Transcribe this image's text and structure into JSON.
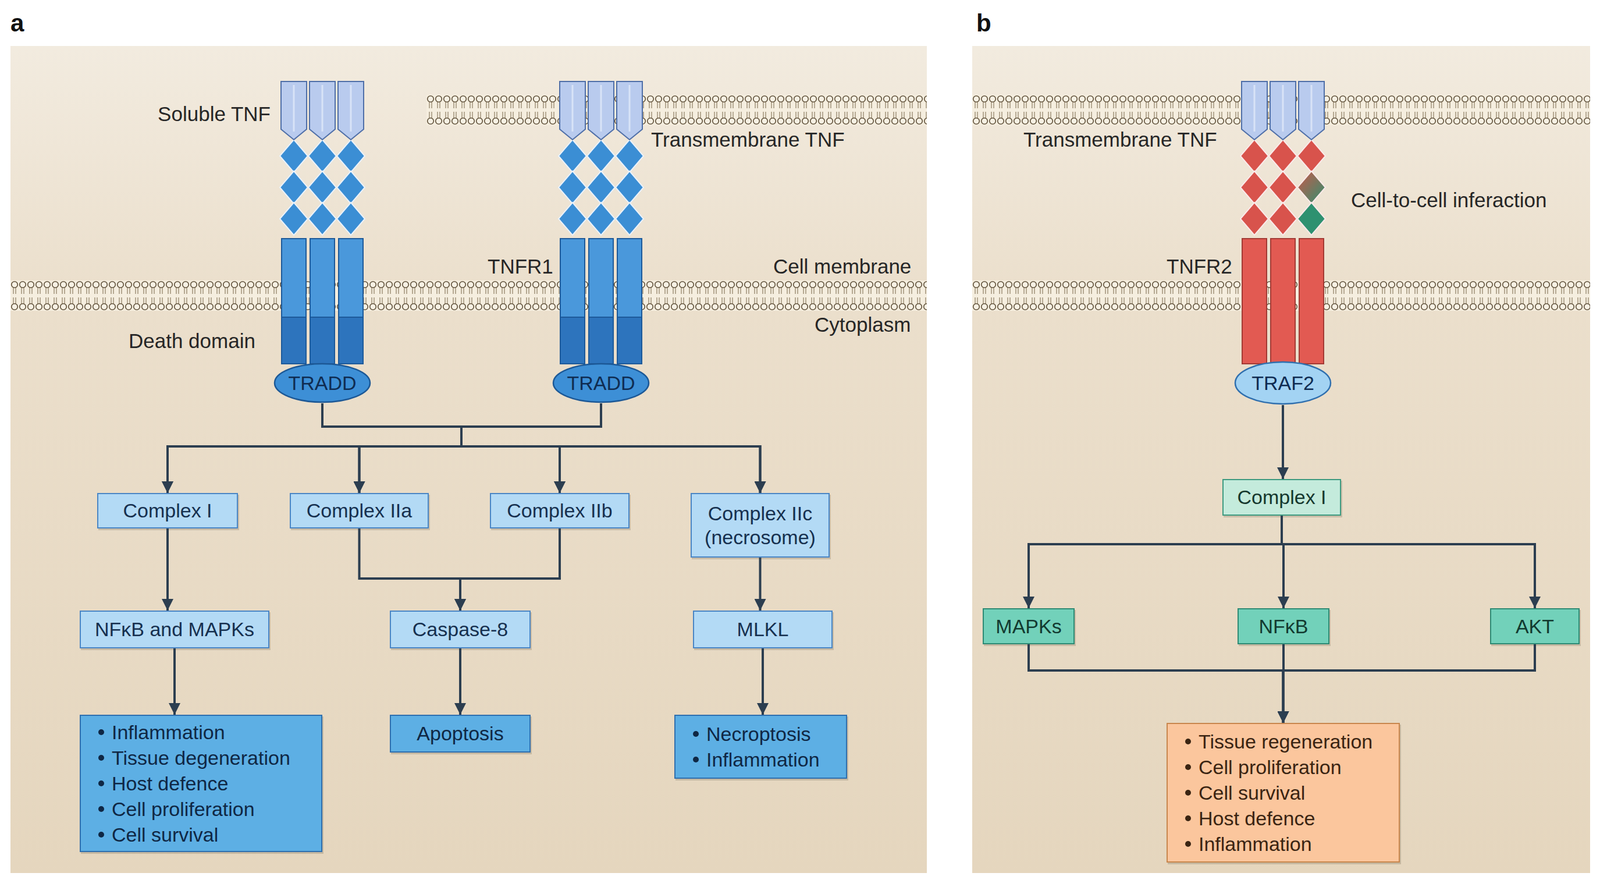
{
  "diagram": {
    "nodes": [
      {
        "text": [
          "TRADD"
        ]
      },
      {
        "text": [
          "TRADD"
        ]
      },
      {
        "text": [
          "Complex I"
        ]
      },
      {
        "text": [
          "Complex IIa"
        ]
      },
      {
        "text": [
          "Complex IIb"
        ]
      },
      {
        "text": [
          "Complex IIc (necrosome)"
        ]
      },
      {
        "text": [
          "NFκB and MAPKs"
        ]
      },
      {
        "text": [
          "Caspase-8"
        ]
      },
      {
        "text": [
          "MLKL"
        ]
      },
      {
        "text": [
          "Inflammation",
          "Tissue degeneration",
          "Host defence",
          "Cell proliferation",
          "Cell survival"
        ]
      },
      {
        "text": [
          "Apoptosis"
        ]
      },
      {
        "text": [
          "Necroptosis",
          "Inflammation"
        ]
      },
      {
        "text": [
          "TRAF2"
        ]
      },
      {
        "text": [
          "Complex I"
        ]
      },
      {
        "text": [
          "MAPKs"
        ]
      },
      {
        "text": [
          "NFκB"
        ]
      },
      {
        "text": [
          "AKT"
        ]
      },
      {
        "text": [
          "Tissue regeneration",
          "Cell proliferation",
          "Cell survival",
          "Host defence",
          "Inflammation"
        ]
      }
    ],
    "edges": [
      {
        "from": 0,
        "to": 2,
        "arrow": "to"
      },
      {
        "from": 0,
        "to": 3,
        "arrow": "to"
      },
      {
        "from": 0,
        "to": 4,
        "arrow": "to"
      },
      {
        "from": 0,
        "to": 5,
        "arrow": "to"
      },
      {
        "from": 1,
        "to": 2,
        "arrow": "to"
      },
      {
        "from": 1,
        "to": 3,
        "arrow": "to"
      },
      {
        "from": 1,
        "to": 4,
        "arrow": "to"
      },
      {
        "from": 1,
        "to": 5,
        "arrow": "to"
      },
      {
        "from": 2,
        "to": 6,
        "arrow": "to"
      },
      {
        "from": 3,
        "to": 7,
        "arrow": "to"
      },
      {
        "from": 4,
        "to": 7,
        "arrow": "to"
      },
      {
        "from": 5,
        "to": 8,
        "arrow": "to"
      },
      {
        "from": 6,
        "to": 9,
        "arrow": "to"
      },
      {
        "from": 7,
        "to": 10,
        "arrow": "to"
      },
      {
        "from": 8,
        "to": 11,
        "arrow": "to"
      },
      {
        "from": 12,
        "to": 13,
        "arrow": "to"
      },
      {
        "from": 13,
        "to": 14,
        "arrow": "to"
      },
      {
        "from": 13,
        "to": 15,
        "arrow": "to"
      },
      {
        "from": 13,
        "to": 16,
        "arrow": "to"
      },
      {
        "from": 14,
        "to": 17,
        "arrow": "to"
      },
      {
        "from": 15,
        "to": 17,
        "arrow": "to"
      },
      {
        "from": 16,
        "to": 17,
        "arrow": "to"
      }
    ],
    "labels": [
      "a",
      "b",
      "Soluble TNF",
      "Transmembrane TNF",
      "TNFR1",
      "Cell membrane",
      "Death domain",
      "Cytoplasm",
      "Transmembrane TNF",
      "Cell-to-cell inferaction",
      "TNFR2"
    ]
  }
}
